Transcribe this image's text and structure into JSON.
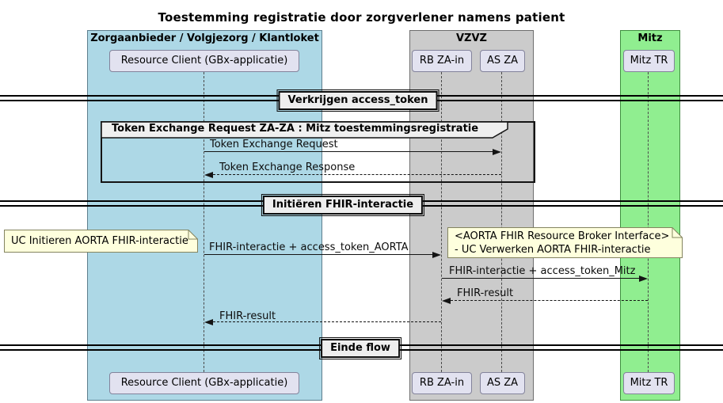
{
  "title": "Toestemming registratie door zorgverlener namens patient",
  "swimlanes": [
    {
      "label": "Zorgaanbieder / Volgjezorg / Klantloket",
      "color": "#ADD8E6"
    },
    {
      "label": "VZVZ",
      "color": "#CBCBCB"
    },
    {
      "label": "Mitz",
      "color": "#90EE90"
    }
  ],
  "participants": [
    {
      "label": "Resource Client (GBx-applicatie)"
    },
    {
      "label": "RB ZA-in"
    },
    {
      "label": "AS ZA"
    },
    {
      "label": "Mitz TR"
    }
  ],
  "dividers": [
    {
      "label": "Verkrijgen access_token"
    },
    {
      "label": "Initiëren FHIR-interactie"
    },
    {
      "label": "Einde flow"
    }
  ],
  "group": {
    "label": "Token Exchange Request ZA-ZA : Mitz toestemmingsregistratie"
  },
  "messages": [
    {
      "label": "Token Exchange Request",
      "from": "Resource Client (GBx-applicatie)",
      "to": "AS ZA",
      "style": "solid"
    },
    {
      "label": "Token Exchange Response",
      "from": "AS ZA",
      "to": "Resource Client (GBx-applicatie)",
      "style": "dashed"
    },
    {
      "label": "FHIR-interactie + access_token_AORTA",
      "from": "Resource Client (GBx-applicatie)",
      "to": "RB ZA-in",
      "style": "solid"
    },
    {
      "label": "FHIR-interactie + access_token_Mitz",
      "from": "RB ZA-in",
      "to": "Mitz TR",
      "style": "solid"
    },
    {
      "label": "FHIR-result",
      "from": "Mitz TR",
      "to": "RB ZA-in",
      "style": "dashed"
    },
    {
      "label": "FHIR-result",
      "from": "RB ZA-in",
      "to": "Resource Client (GBx-applicatie)",
      "style": "dashed"
    }
  ],
  "notes": [
    {
      "lines": [
        "UC Initieren AORTA FHIR-interactie"
      ]
    },
    {
      "lines": [
        "<AORTA FHIR Resource Broker Interface>",
        "- UC Verwerken AORTA FHIR-interactie"
      ]
    }
  ],
  "colors": {
    "lane_blue": "#ADD8E6",
    "lane_gray": "#CBCBCB",
    "lane_green": "#90EE90",
    "participant_fill": "#E2E2F0",
    "note_fill": "#FEFFDD",
    "divider_fill": "#EEEEEE",
    "line_color": "#141414"
  }
}
